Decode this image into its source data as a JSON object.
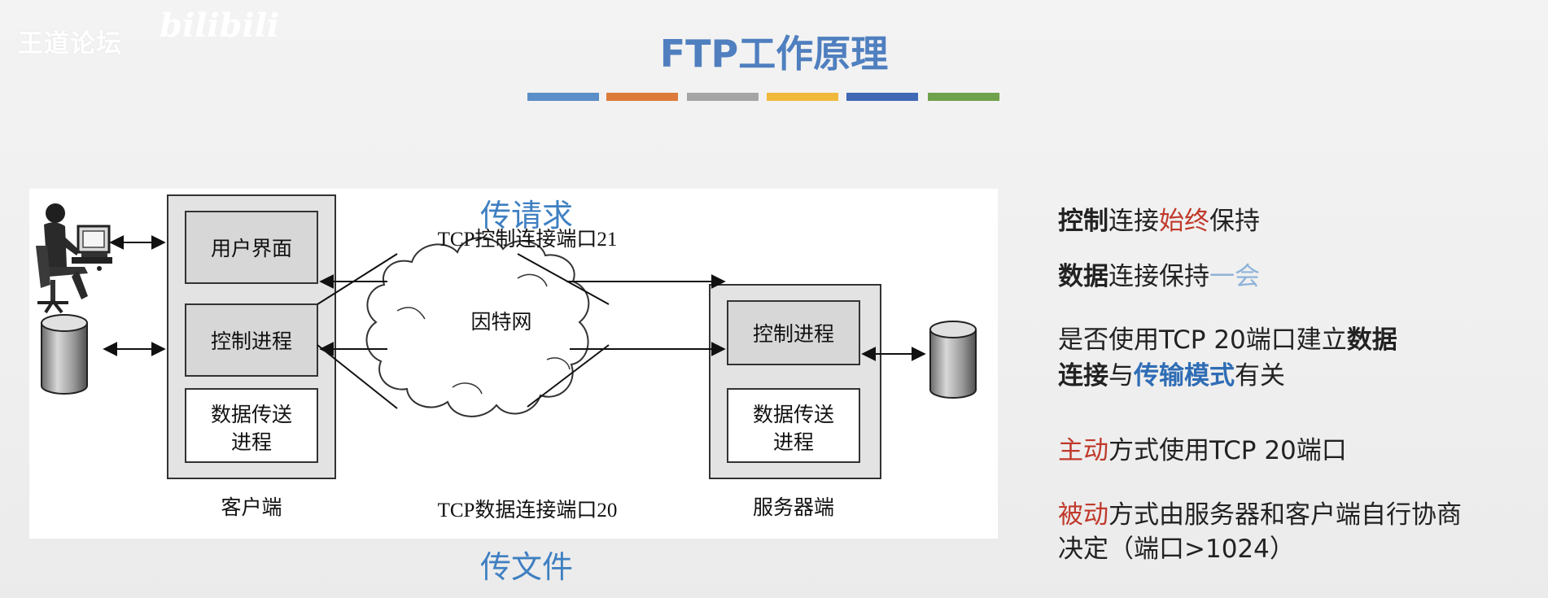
{
  "watermark": {
    "text": "王道论坛",
    "signature": "bilibili"
  },
  "title": "FTP工作原理",
  "color_bars": [
    "#5b8fc9",
    "#dd7b3b",
    "#a5a5a5",
    "#f1b93b",
    "#4068b5",
    "#6fa24a"
  ],
  "diagram": {
    "client": {
      "label": "客户端",
      "user_interface": "用户界面",
      "control_process": "控制进程",
      "data_process_line1": "数据传送",
      "data_process_line2": "进程"
    },
    "server": {
      "label": "服务器端",
      "control_process": "控制进程",
      "data_process_line1": "数据传送",
      "data_process_line2": "进程"
    },
    "internet": "因特网",
    "control_conn": "TCP控制连接端口21",
    "data_conn": "TCP数据连接端口20"
  },
  "annotations": {
    "top": "传请求",
    "bottom": "传文件"
  },
  "notes": {
    "n1": {
      "a": "控制",
      "b": "连接",
      "c": "始终",
      "d": "保持"
    },
    "n2": {
      "a": "数据",
      "b": "连接保持",
      "c": "一会"
    },
    "n3": {
      "a": "是否使用TCP 20端口建立",
      "b": "数据"
    },
    "n4": {
      "a": "连接",
      "b": "与",
      "c": "传输模式",
      "d": "有关"
    },
    "n5": {
      "a": "主动",
      "b": "方式使用TCP 20端口"
    },
    "n6": {
      "a": "被动",
      "b": "方式由服务器和客户端自行协商"
    },
    "n7": {
      "a": "决定（端口>1024）"
    }
  }
}
